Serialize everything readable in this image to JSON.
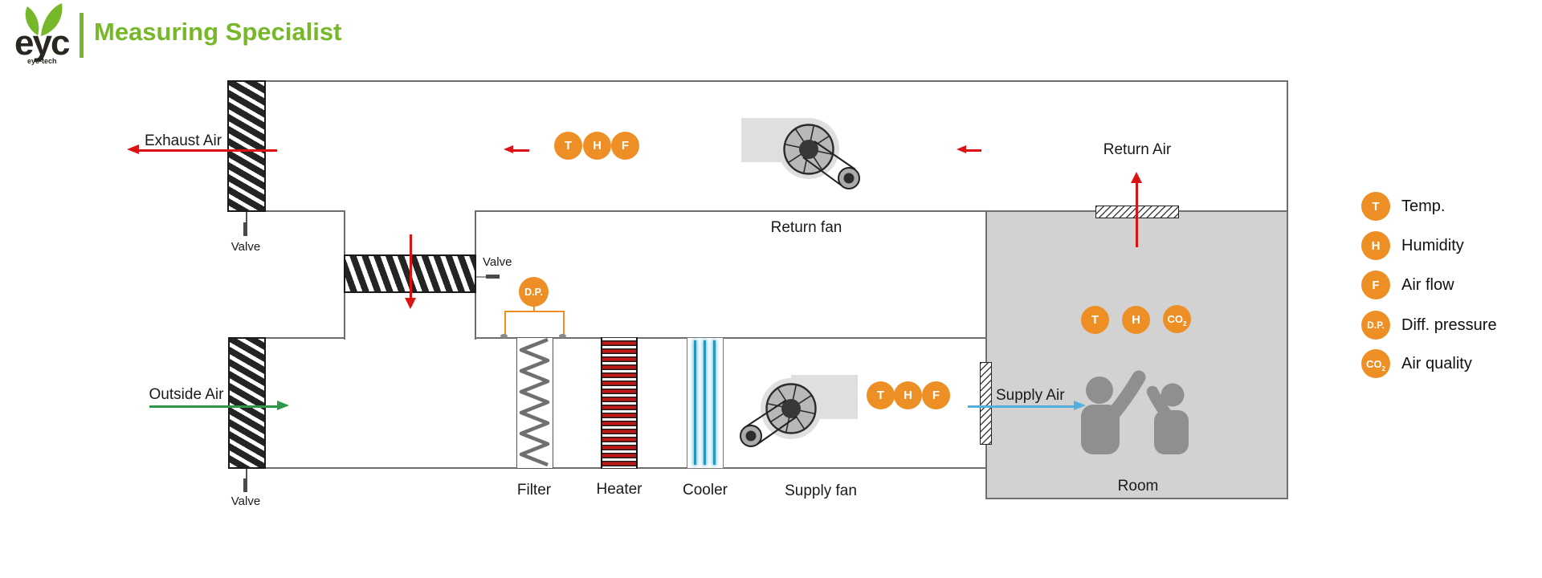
{
  "header": {
    "logo": "eyc",
    "logo_sub": "eyc-tech",
    "tagline": "Measuring Specialist"
  },
  "diagram": {
    "exhaust_air": "Exhaust Air",
    "outside_air": "Outside Air",
    "supply_air": "Supply Air",
    "return_air": "Return Air",
    "valve_exhaust": "Valve",
    "valve_recirc": "Valve",
    "valve_outside": "Valve",
    "return_fan": "Return fan",
    "supply_fan": "Supply fan",
    "filter": "Filter",
    "heater": "Heater",
    "cooler": "Cooler",
    "room": "Room"
  },
  "sensors": {
    "temp": "T",
    "humidity": "H",
    "flow": "F",
    "dp": "D.P.",
    "co2_base": "CO",
    "co2_sub": "2"
  },
  "legend": {
    "items": [
      {
        "symbol": "T",
        "label": "Temp."
      },
      {
        "symbol": "H",
        "label": "Humidity"
      },
      {
        "symbol": "F",
        "label": "Air flow"
      },
      {
        "symbol": "D.P.",
        "label": "Diff. pressure"
      },
      {
        "symbol_base": "CO",
        "symbol_sub": "2",
        "label": "Air quality"
      }
    ]
  },
  "colors": {
    "brand_green": "#76b82a",
    "sensor_orange": "#ee8f26",
    "arrow_red": "#dd1111",
    "arrow_green": "#2e9747",
    "arrow_blue": "#55aee0",
    "duct_line": "#6e6e6e",
    "valve_line": "#1a1a1a",
    "room_fill": "#d2d2d2",
    "room_border": "#707070",
    "people_gray": "#8f8f8f",
    "heater_red": "#c21818",
    "cooler_blue": "#2596be",
    "fan_housing": "#dfdfdf",
    "fan_wheel": "#b8b8b8",
    "fan_dark": "#383838",
    "text_dark": "#1a1a1a"
  }
}
